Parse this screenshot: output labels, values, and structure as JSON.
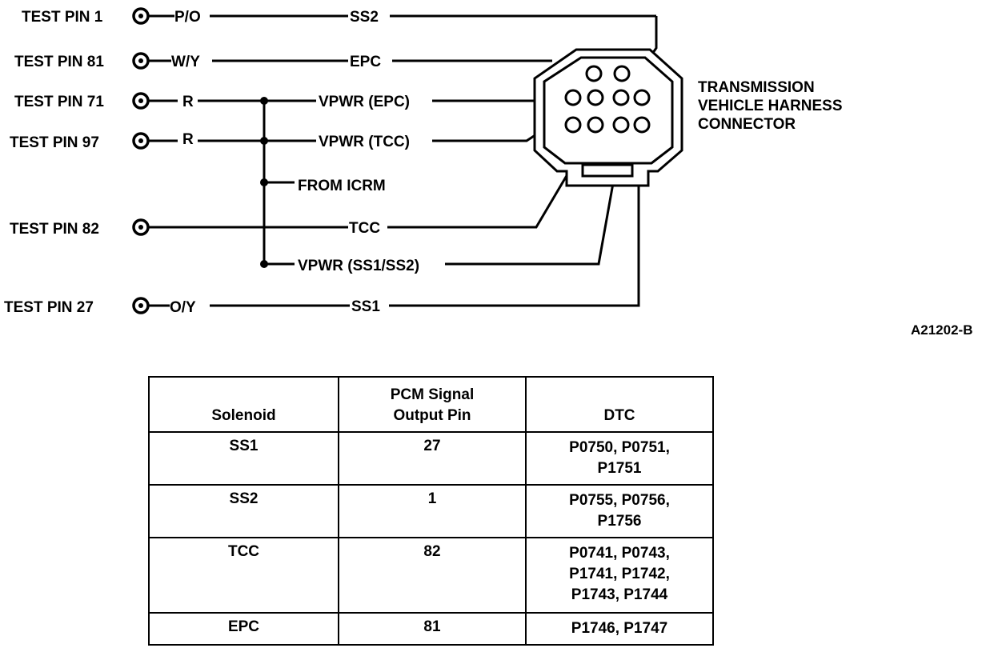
{
  "diagram": {
    "test_pins": [
      {
        "label": "TEST PIN 1",
        "wire": "P/O",
        "signal": "SS2"
      },
      {
        "label": "TEST PIN 81",
        "wire": "W/Y",
        "signal": "EPC"
      },
      {
        "label": "TEST PIN 71",
        "wire": "R",
        "signal": "VPWR (EPC)"
      },
      {
        "label": "TEST PIN 97",
        "wire": "R",
        "signal": "VPWR (TCC)"
      },
      {
        "label": "TEST PIN 82",
        "wire": "",
        "signal": "TCC"
      },
      {
        "label": "TEST PIN 27",
        "wire": "O/Y",
        "signal": "SS1"
      }
    ],
    "from_icrm": "FROM ICRM",
    "vpwr_ss": "VPWR (SS1/SS2)",
    "connector_label": [
      "TRANSMISSION",
      "VEHICLE HARNESS",
      "CONNECTOR"
    ],
    "figure_id": "A21202-B"
  },
  "table": {
    "headers": [
      "Solenoid",
      "PCM Signal\nOutput Pin",
      "DTC"
    ],
    "rows": [
      {
        "solenoid": "SS1",
        "pin": "27",
        "dtc": "P0750, P0751,\nP1751"
      },
      {
        "solenoid": "SS2",
        "pin": "1",
        "dtc": "P0755, P0756,\nP1756"
      },
      {
        "solenoid": "TCC",
        "pin": "82",
        "dtc": "P0741, P0743,\nP1741, P1742,\nP1743, P1744"
      },
      {
        "solenoid": "EPC",
        "pin": "81",
        "dtc": "P1746, P1747"
      }
    ]
  }
}
